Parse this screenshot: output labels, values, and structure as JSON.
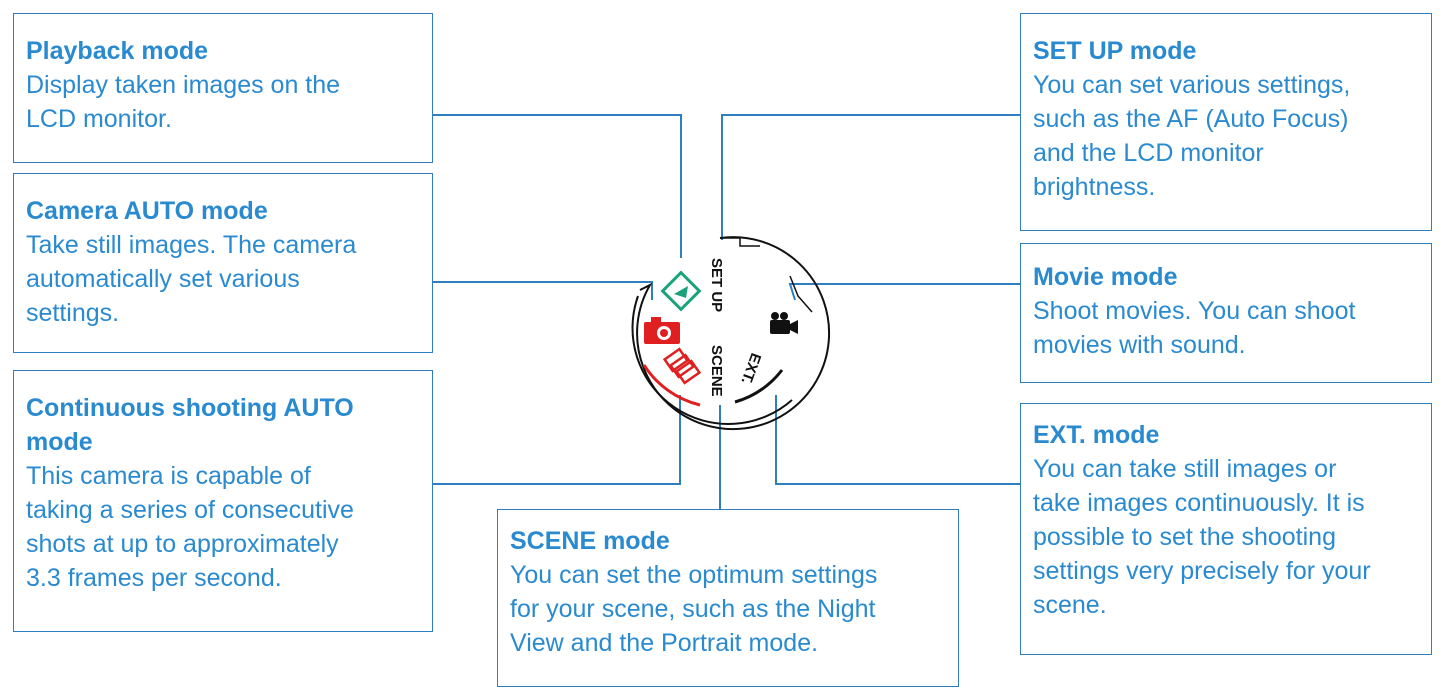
{
  "modes": {
    "playback": {
      "title": "Playback mode",
      "desc": "Display taken images on the\nLCD monitor."
    },
    "auto": {
      "title": "Camera AUTO mode",
      "desc": "Take still images. The camera\nautomatically set various\nsettings."
    },
    "continuous": {
      "title": "Continuous shooting AUTO\nmode",
      "desc": "This camera is capable of\ntaking a series of consecutive\nshots at up to approximately\n3.3 frames per second."
    },
    "scene": {
      "title": "SCENE mode",
      "desc": "You can set the optimum settings\nfor your scene, such as the Night\nView and the Portrait mode."
    },
    "setup": {
      "title": "SET UP mode",
      "desc": "You can set various settings,\nsuch as the AF (Auto Focus)\nand the LCD monitor\nbrightness."
    },
    "movie": {
      "title": "Movie mode",
      "desc": "Shoot movies. You can shoot\nmovies with sound."
    },
    "ext": {
      "title": "EXT. mode",
      "desc": "You can take still images or\ntake images continuously. It is\npossible to set the shooting\nsettings very precisely for your\nscene."
    }
  },
  "dial": {
    "setup_label": "SET UP",
    "scene_label": "SCENE",
    "ext_label": "EXT.",
    "colors": {
      "accent": "#2a8ad0",
      "border": "#2f7fc0",
      "playback_icon": "#1aa37a",
      "camera_icon": "#e02020"
    }
  }
}
